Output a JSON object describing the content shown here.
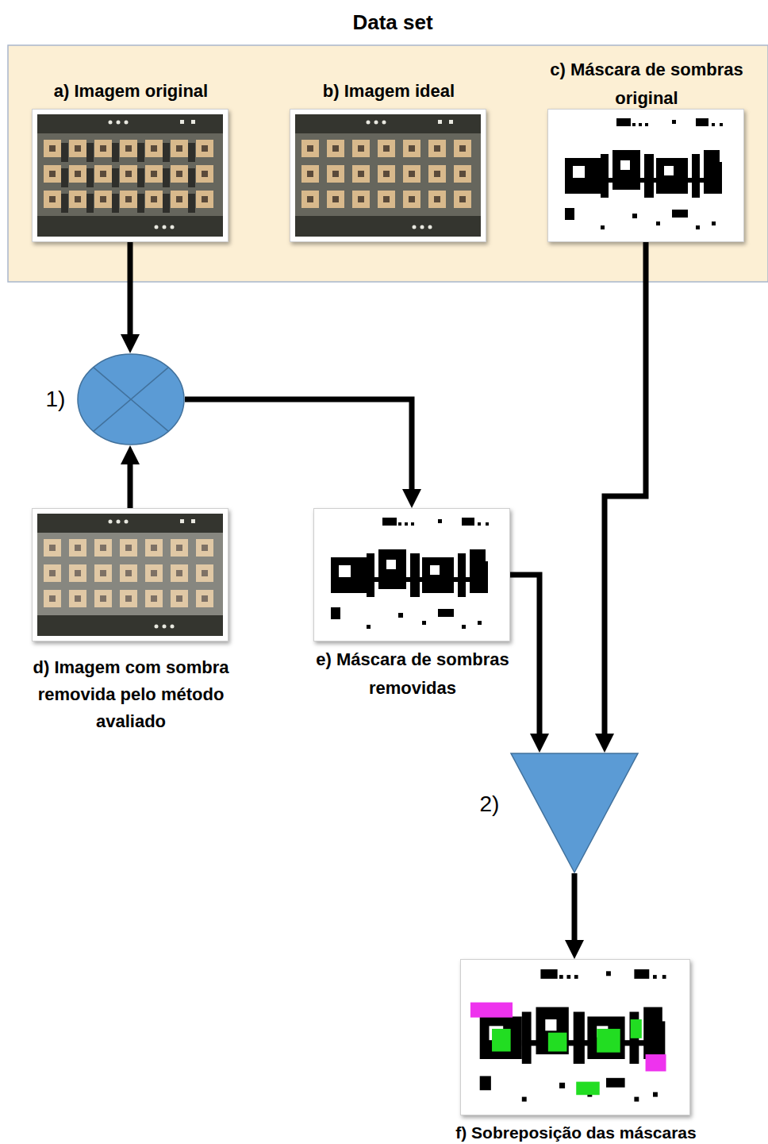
{
  "diagram": {
    "nodes": [
      {
        "text": [
          "Data set"
        ]
      },
      {
        "text": [
          "a) Imagem original"
        ],
        "in": 0
      },
      {
        "text": [
          "b) Imagem ideal"
        ],
        "in": 0
      },
      {
        "text": [
          "c) Máscara de sombras original"
        ],
        "in": 0
      },
      {
        "text": [
          "1)"
        ]
      },
      {
        "text": [
          "d) Imagem com sombra removida pelo método avaliado"
        ]
      },
      {
        "text": [
          "e) Máscara de sombras removidas"
        ]
      },
      {
        "text": [
          "2)"
        ]
      },
      {
        "text": [
          "f) Sobreposição das máscaras"
        ]
      }
    ],
    "edges": [
      {
        "from": 1,
        "to": 4,
        "arrow": "to"
      },
      {
        "from": 5,
        "to": 4,
        "arrow": "to"
      },
      {
        "from": 4,
        "to": 6,
        "arrow": "to"
      },
      {
        "from": 6,
        "to": 7,
        "arrow": "to"
      },
      {
        "from": 3,
        "to": 7,
        "arrow": "to"
      },
      {
        "from": 7,
        "to": 8,
        "arrow": "to"
      }
    ]
  }
}
